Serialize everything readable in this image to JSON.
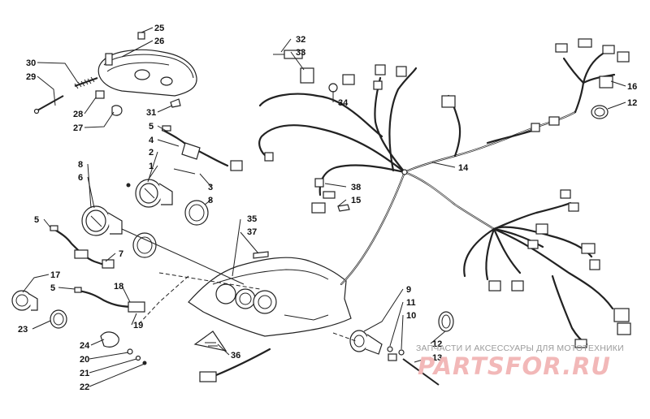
{
  "diagram": {
    "callouts": [
      "1",
      "2",
      "3",
      "4",
      "5",
      "6",
      "7",
      "8",
      "9",
      "10",
      "11",
      "12",
      "13",
      "14",
      "15",
      "16",
      "17",
      "18",
      "19",
      "20",
      "21",
      "22",
      "23",
      "24",
      "25",
      "26",
      "27",
      "28",
      "29",
      "30",
      "31",
      "32",
      "33",
      "34",
      "35",
      "36",
      "37",
      "38"
    ]
  },
  "watermark": {
    "caption": "ЗАПЧАСТИ И АКСЕССУАРЫ ДЛЯ МОТОТЕХНИКИ",
    "logo": "PARTSFOR.RU"
  }
}
